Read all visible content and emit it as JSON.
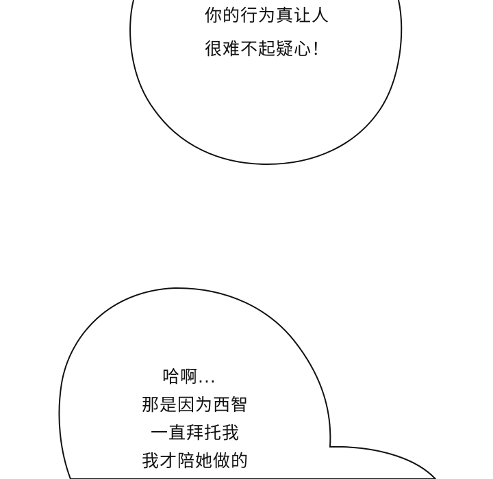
{
  "panel": {
    "background": "#ffffff",
    "stroke_color": "#111111"
  },
  "bubbles": [
    {
      "id": "bubble-1",
      "lines": [
        "你的行为真让人",
        "很难不起疑心！"
      ]
    },
    {
      "id": "bubble-2",
      "lines": [
        "哈啊...",
        "那是因为西智",
        "一直拜托我",
        "我才陪她做的"
      ]
    }
  ]
}
